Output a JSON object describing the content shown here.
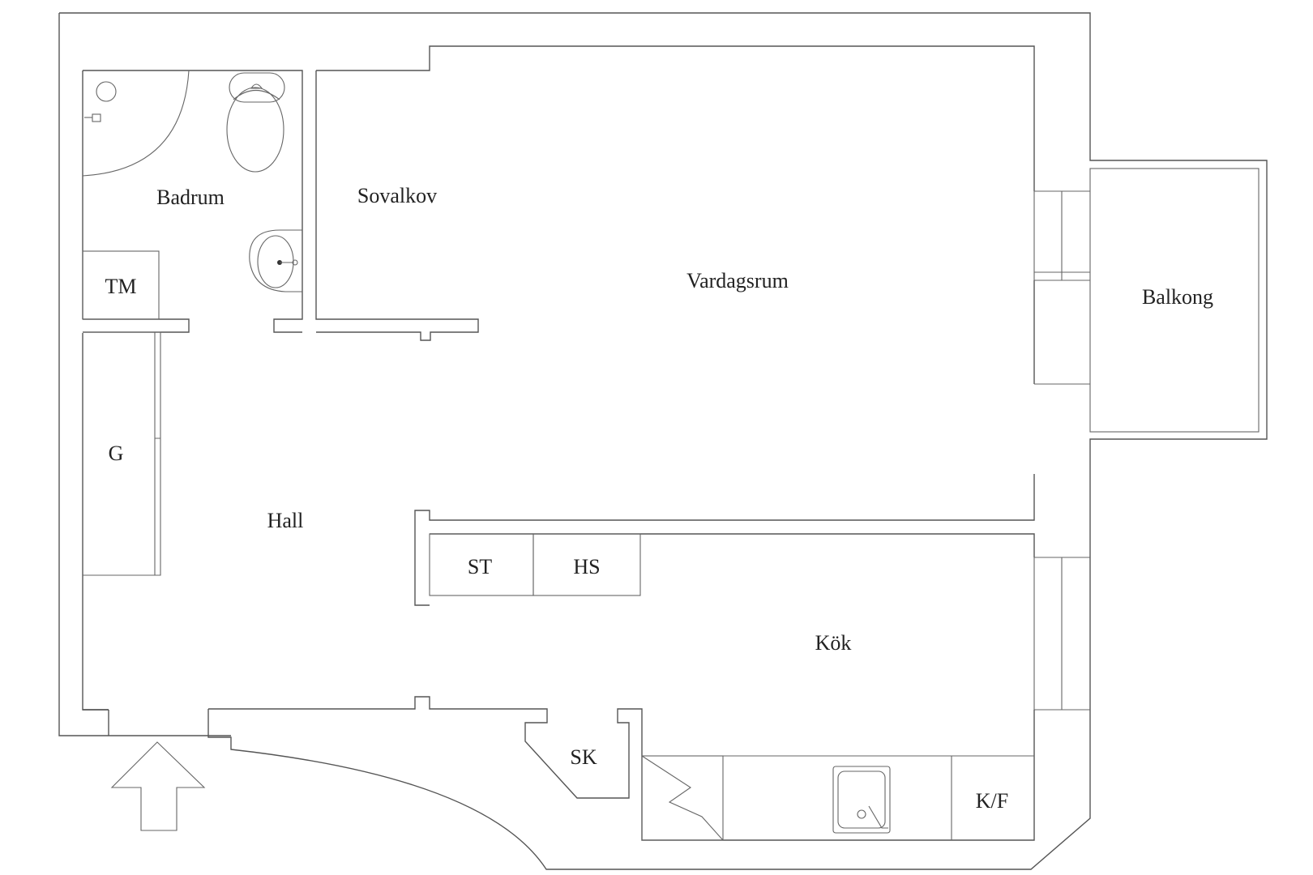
{
  "rooms": {
    "badrum": "Badrum",
    "sovalkov": "Sovalkov",
    "vardagsrum": "Vardagsrum",
    "balkong": "Balkong",
    "tm": "TM",
    "g": "G",
    "hall": "Hall",
    "st": "ST",
    "hs": "HS",
    "kok": "Kök",
    "sk": "SK",
    "kf": "K/F"
  }
}
